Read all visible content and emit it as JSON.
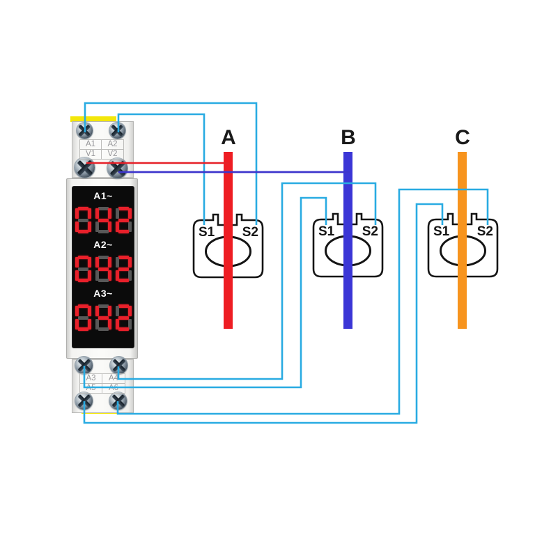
{
  "device": {
    "name": "din-rail-three-phase-led-ammeter",
    "top_terminal_labels": [
      "A1",
      "A2",
      "V1",
      "V2"
    ],
    "bottom_terminal_labels": [
      "A3",
      "A4",
      "A5",
      "A6"
    ],
    "displays": [
      {
        "label": "A1~",
        "value": "042"
      },
      {
        "label": "A2~",
        "value": "042"
      },
      {
        "label": "A3~",
        "value": "042"
      }
    ],
    "clip_color": "#f3e70a",
    "segment_lit_color": "#e8202a",
    "segment_unlit_color": "#585858"
  },
  "phases": [
    {
      "label": "A",
      "color": "#ee1d23"
    },
    {
      "label": "B",
      "color": "#3b36d6"
    },
    {
      "label": "C",
      "color": "#f7941e"
    }
  ],
  "cts": [
    {
      "name": "ct-phase-a",
      "s1": "S1",
      "s2": "S2"
    },
    {
      "name": "ct-phase-b",
      "s1": "S1",
      "s2": "S2"
    },
    {
      "name": "ct-phase-c",
      "s1": "S1",
      "s2": "S2"
    }
  ],
  "wire_colors": {
    "ct_signal": "#29abe2",
    "voltage_line_red": "#e62129",
    "voltage_line_blue": "#3d35cc"
  }
}
